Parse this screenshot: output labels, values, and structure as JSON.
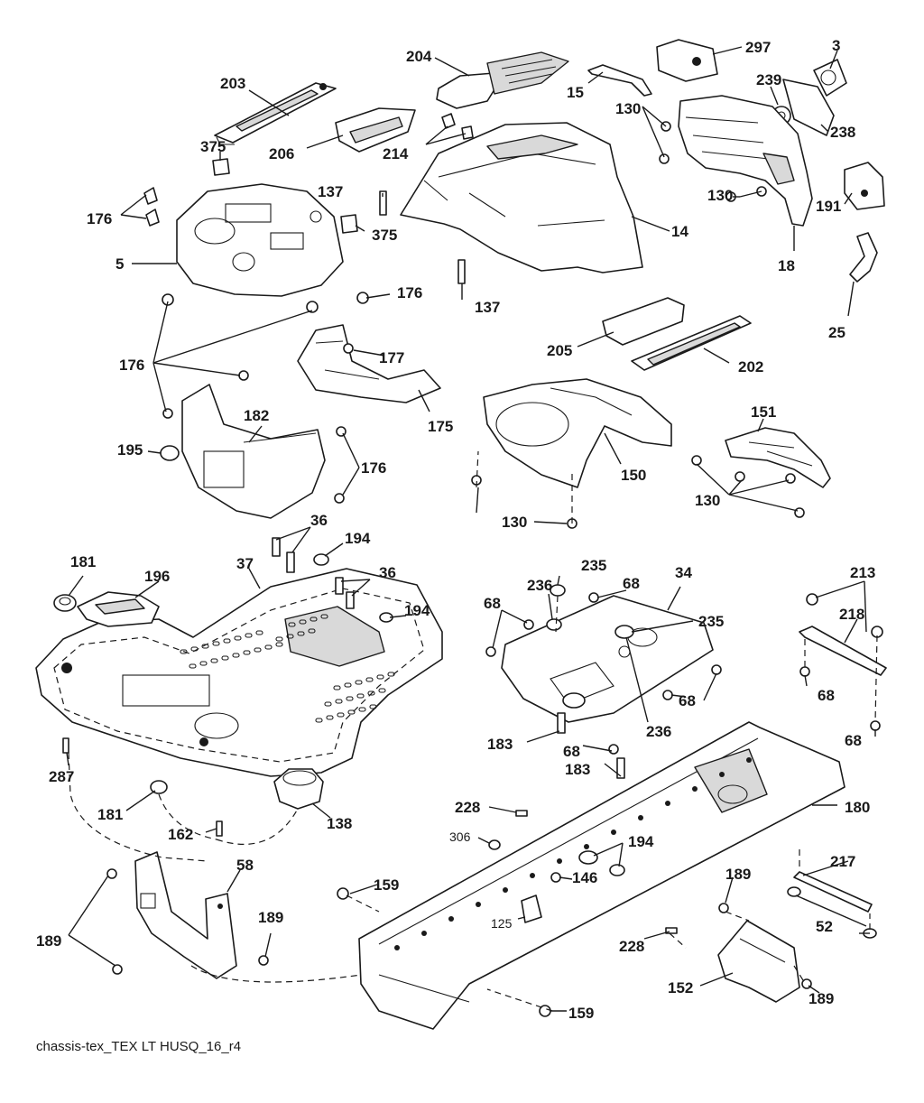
{
  "caption": "chassis-tex_TEX LT HUSQ_16_r4",
  "callouts": {
    "c203": "203",
    "c204": "204",
    "c297": "297",
    "c3": "3",
    "c15": "15",
    "c239": "239",
    "c375a": "375",
    "c206": "206",
    "c214": "214",
    "c130a": "130",
    "c238": "238",
    "c176a": "176",
    "c137a": "137",
    "c375b": "375",
    "c5": "5",
    "c14": "14",
    "c130b": "130",
    "c191": "191",
    "c18": "18",
    "c176b": "176",
    "c137b": "137",
    "c25": "25",
    "c177": "177",
    "c205": "205",
    "c202": "202",
    "c176c": "176",
    "c175": "175",
    "c182": "182",
    "c151": "151",
    "c195": "195",
    "c176d": "176",
    "c150": "150",
    "c130c": "130",
    "c130d": "130",
    "c36a": "36",
    "c194a": "194",
    "c181a": "181",
    "c196": "196",
    "c37": "37",
    "c36b": "36",
    "c235a": "235",
    "c236a": "236",
    "c68a": "68",
    "c34": "34",
    "c213": "213",
    "c218": "218",
    "c194b": "194",
    "c68b": "68",
    "c235b": "235",
    "c68c": "68",
    "c68d": "68",
    "c236b": "236",
    "c68e": "68",
    "c183a": "183",
    "c68f": "68",
    "c183b": "183",
    "c287": "287",
    "c138": "138",
    "c181b": "181",
    "c162": "162",
    "c228a": "228",
    "c180": "180",
    "c306": "306",
    "c194c": "194",
    "c58": "58",
    "c159a": "159",
    "c146": "146",
    "c189a": "189",
    "c217": "217",
    "c189b": "189",
    "c125": "125",
    "c228b": "228",
    "c52": "52",
    "c189c": "189",
    "c152": "152",
    "c159b": "159",
    "c189d": "189"
  }
}
